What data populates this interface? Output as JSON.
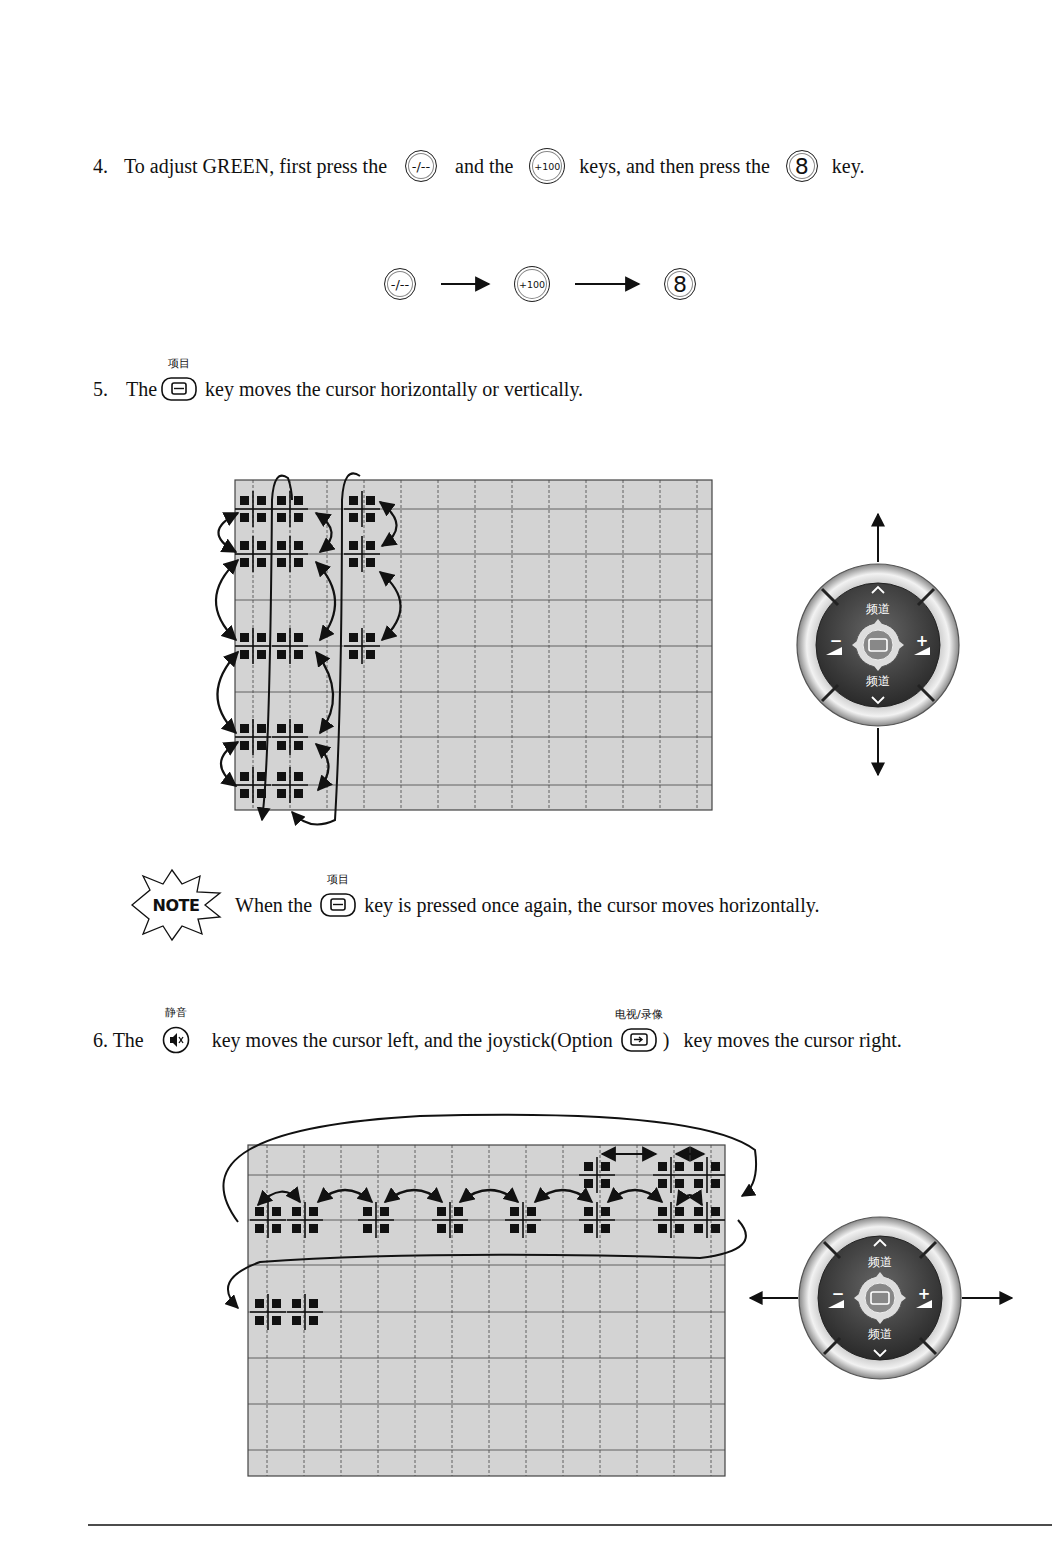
{
  "diagram": {
    "nodes": [
      {
        "text": [
          "-/--"
        ]
      },
      {
        "text": [
          "+100"
        ]
      },
      {
        "text": [
          "8"
        ]
      },
      {
        "text": [
          "-/--"
        ]
      },
      {
        "text": [
          "+100"
        ]
      },
      {
        "text": [
          "8"
        ]
      },
      {
        "text": [
          "频道",
          "−",
          "+",
          "频道"
        ]
      },
      {
        "text": [
          "频道",
          "−",
          "+",
          "频道"
        ]
      }
    ],
    "edges": [
      {
        "from": 3,
        "to": 4,
        "arrow": "to"
      },
      {
        "from": 4,
        "to": 5,
        "arrow": "to"
      }
    ],
    "labels": [
      "4.",
      "To adjust GREEN, first press the",
      "and the",
      "keys, and then press the",
      "key.",
      "项目",
      "5.",
      "The",
      "key moves the cursor horizontally or vertically.",
      "NOTE",
      "项目",
      "When the",
      "key is pressed once again, the cursor moves horizontally.",
      "静音",
      "6. The",
      "key moves the cursor left, and the joystick(Option",
      "电视/录像",
      ")",
      "key moves the cursor right."
    ]
  }
}
